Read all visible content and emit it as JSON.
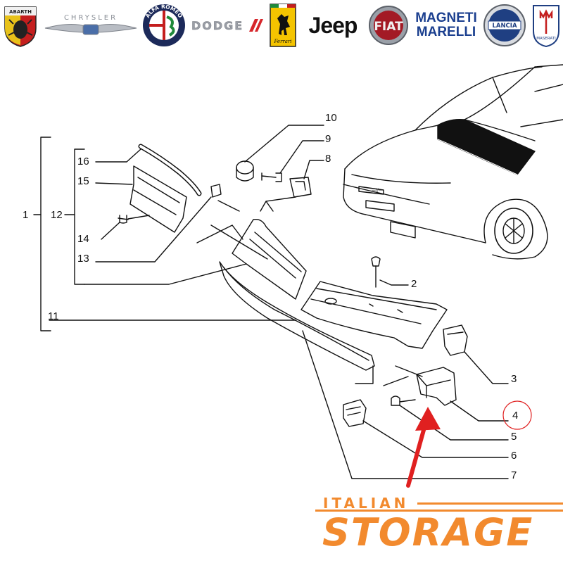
{
  "brands": {
    "abarth": "ABARTH",
    "chrysler": "CHRYSLER",
    "alfa_romeo": "ALFA ROMEO",
    "dodge": "DODGE",
    "ferrari": "Ferrari",
    "jeep": "Jeep",
    "fiat": "FIAT",
    "magneti_marelli": [
      "MAGNETI",
      "MARELLI"
    ],
    "lancia": "LANCIA",
    "maserati": "MASERATI"
  },
  "callouts": {
    "c1": "1",
    "c2": "2",
    "c3": "3",
    "c4": "4",
    "c5": "5",
    "c6": "6",
    "c7": "7",
    "c8": "8",
    "c9": "9",
    "c10": "10",
    "c11": "11",
    "c12": "12",
    "c13": "13",
    "c14": "14",
    "c15": "15",
    "c16": "16"
  },
  "highlight": {
    "callout": "4",
    "color": "#e02020"
  },
  "arrow": {
    "color": "#e02020"
  },
  "watermark": {
    "line1": "ITALIAN",
    "line2": "STORAGE",
    "color": "#f28a2e"
  }
}
